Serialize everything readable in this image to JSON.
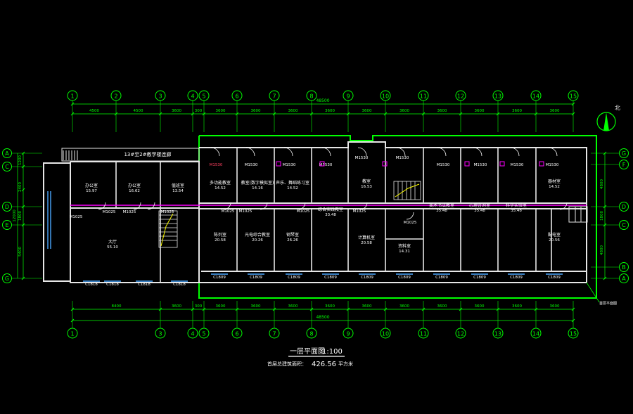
{
  "colors": {
    "background": "#000000",
    "wall": "#e6e6e6",
    "axis": "#00ff00",
    "dimension": "#00ff00",
    "room_text": "#ffffff",
    "door_label": "#ffffff",
    "highlight_label": "#ff4060",
    "beam_magenta": "#ff00ff",
    "window_blue": "#4aa8ff",
    "balcony_green": "#00ff00"
  },
  "axes_top": [
    {
      "label": "1"
    },
    {
      "label": "2"
    },
    {
      "label": "3"
    },
    {
      "label": "4"
    },
    {
      "label": "5"
    },
    {
      "label": "6"
    },
    {
      "label": "7"
    },
    {
      "label": "8"
    },
    {
      "label": "9"
    },
    {
      "label": "10"
    },
    {
      "label": "11"
    },
    {
      "label": "12"
    },
    {
      "label": "13"
    },
    {
      "label": "14"
    },
    {
      "label": "15"
    }
  ],
  "axes_bottom": [
    {
      "label": "1"
    },
    {
      "label": "3"
    },
    {
      "label": "4"
    },
    {
      "label": "5"
    },
    {
      "label": "6"
    },
    {
      "label": "7"
    },
    {
      "label": "8"
    },
    {
      "label": "9"
    },
    {
      "label": "10"
    },
    {
      "label": "11"
    },
    {
      "label": "12"
    },
    {
      "label": "13"
    },
    {
      "label": "14"
    },
    {
      "label": "15"
    }
  ],
  "axes_left": [
    {
      "label": "A"
    },
    {
      "label": "C"
    },
    {
      "label": "D"
    },
    {
      "label": "E"
    },
    {
      "label": "G"
    }
  ],
  "axes_right": [
    {
      "label": "G"
    },
    {
      "label": "F"
    },
    {
      "label": "D"
    },
    {
      "label": "C"
    },
    {
      "label": "B"
    },
    {
      "label": "A"
    }
  ],
  "dims_top_total": "48500",
  "dims_top": [
    {
      "value": "4500"
    },
    {
      "value": "4500"
    },
    {
      "value": "3600"
    },
    {
      "value": "300"
    },
    {
      "value": "3600"
    },
    {
      "value": "3600"
    },
    {
      "value": "3600"
    },
    {
      "value": "3600"
    },
    {
      "value": "3600"
    },
    {
      "value": "3600"
    },
    {
      "value": "3600"
    },
    {
      "value": "3600"
    },
    {
      "value": "3600"
    },
    {
      "value": "3600"
    }
  ],
  "dims_bottom_total": "48500",
  "dims_bottom": [
    {
      "value": "8400"
    },
    {
      "value": "3600"
    },
    {
      "value": "300"
    },
    {
      "value": "3600"
    },
    {
      "value": "3600"
    },
    {
      "value": "3600"
    },
    {
      "value": "3600"
    },
    {
      "value": "3600"
    },
    {
      "value": "3600"
    },
    {
      "value": "3600"
    },
    {
      "value": "3600"
    },
    {
      "value": "3600"
    },
    {
      "value": "3600"
    }
  ],
  "dims_left": [
    {
      "value": "1200"
    },
    {
      "value": "2400"
    },
    {
      "value": "1800"
    },
    {
      "value": "5400"
    },
    {
      "value": "12000"
    }
  ],
  "dims_right": [
    {
      "value": "4800"
    },
    {
      "value": "1800"
    },
    {
      "value": "4800"
    }
  ],
  "rooms": [
    {
      "name": "办公室",
      "area": "15.97"
    },
    {
      "name": "办公室",
      "area": "16.62"
    },
    {
      "name": "值班室",
      "area": "13.54"
    },
    {
      "name": "大厅",
      "area": "55.10"
    },
    {
      "name": "多功能教室",
      "area": "14.52"
    },
    {
      "name": "陈列室",
      "area": "20.58"
    },
    {
      "name": "教室(数字模拟室)",
      "area": "14.16"
    },
    {
      "name": "光电综合教室",
      "area": "20.26"
    },
    {
      "name": "声乐、舞蹈练习室",
      "area": "14.52"
    },
    {
      "name": "钢琴室",
      "area": "26.26"
    },
    {
      "name": "综合实践教室",
      "area": "33.48"
    },
    {
      "name": "教室",
      "area": "16.53"
    },
    {
      "name": "计算机室",
      "area": "20.58"
    },
    {
      "name": "资料室",
      "area": "14.31"
    },
    {
      "name": "美术书法教室",
      "area": "35.48"
    },
    {
      "name": "心理咨询室",
      "area": "35.48"
    },
    {
      "name": "科学实验室",
      "area": "35.48"
    },
    {
      "name": "器材室",
      "area": "14.52"
    },
    {
      "name": "配电室",
      "area": "20.56"
    }
  ],
  "door_labels": [
    {
      "text": "M1530"
    },
    {
      "text": "M1530"
    },
    {
      "text": "M1530"
    },
    {
      "text": "M1530"
    },
    {
      "text": "M1530"
    },
    {
      "text": "M1530"
    },
    {
      "text": "M1530"
    },
    {
      "text": "M1530"
    },
    {
      "text": "M1530"
    },
    {
      "text": "M1530"
    },
    {
      "text": "M1025"
    },
    {
      "text": "M1025"
    },
    {
      "text": "M1025"
    },
    {
      "text": "M1025"
    },
    {
      "text": "M1025"
    },
    {
      "text": "M1025"
    },
    {
      "text": "M1025"
    },
    {
      "text": "M1025"
    },
    {
      "text": "M1025"
    }
  ],
  "window_labels": [
    {
      "text": "C1818"
    },
    {
      "text": "C1818"
    },
    {
      "text": "C1818"
    },
    {
      "text": "C1818"
    },
    {
      "text": "C1809"
    },
    {
      "text": "C1809"
    },
    {
      "text": "C1809"
    },
    {
      "text": "C1809"
    },
    {
      "text": "C1809"
    },
    {
      "text": "C1809"
    },
    {
      "text": "C1809"
    },
    {
      "text": "C1809"
    },
    {
      "text": "C1809"
    },
    {
      "text": "C1809"
    }
  ],
  "balcony_note": "13#至2#教学楼连廊",
  "north_label": "北",
  "plan_title": "一层平面图",
  "plan_scale": "1:100",
  "area_label": "首层总建筑面积：",
  "area_value": "426.56",
  "area_unit": "平方米",
  "side_note": "首层平面图"
}
